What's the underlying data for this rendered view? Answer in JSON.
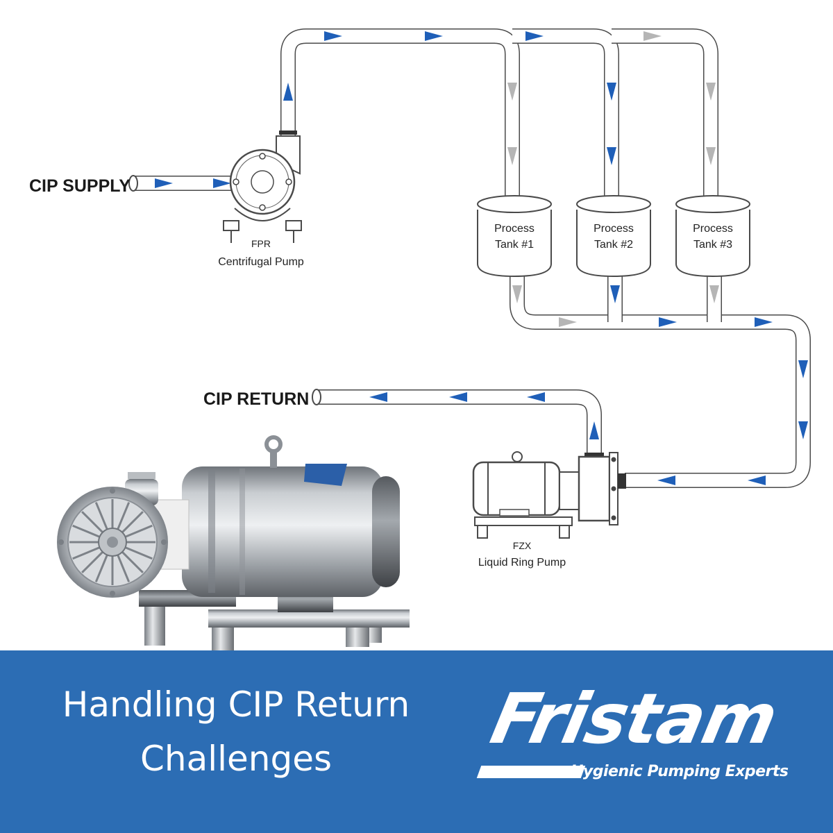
{
  "diagram": {
    "labels": {
      "cip_supply": "CIP SUPPLY",
      "cip_return": "CIP RETURN",
      "fpr_line1": "FPR",
      "fpr_line2": "Centrifugal Pump",
      "fzx_line1": "FZX",
      "fzx_line2": "Liquid Ring Pump"
    },
    "tanks": [
      {
        "line1": "Process",
        "line2": "Tank #1"
      },
      {
        "line1": "Process",
        "line2": "Tank #2"
      },
      {
        "line1": "Process",
        "line2": "Tank #3"
      }
    ],
    "flow_colors": {
      "active": "#1f5fb8",
      "inactive": "#b5b5b5"
    }
  },
  "banner": {
    "title_line1": "Handling CIP Return",
    "title_line2": "Challenges",
    "background": "#2c6db4"
  },
  "logo": {
    "brand": "Fristam",
    "tagline": "Hygienic Pumping Experts"
  }
}
